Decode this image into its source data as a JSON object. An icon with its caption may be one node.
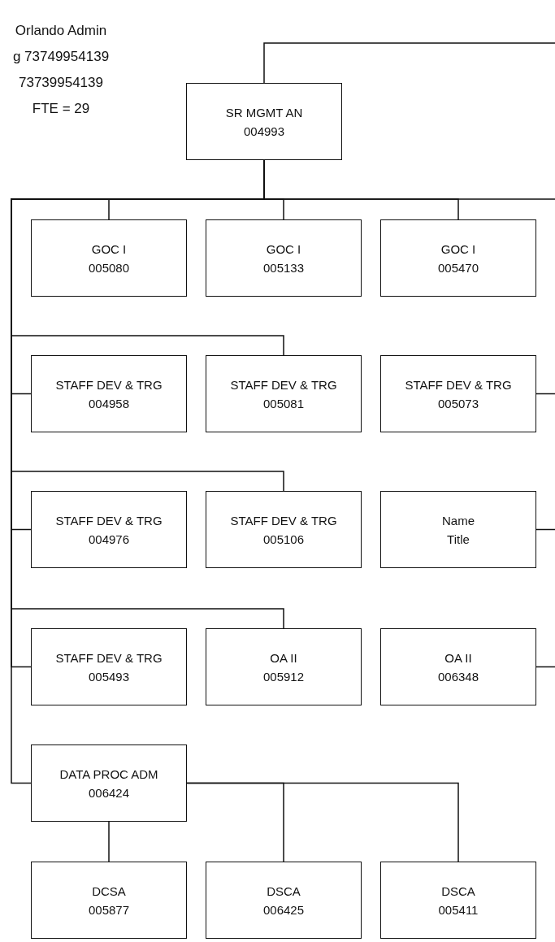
{
  "diagram": {
    "nodes": [
      {
        "text": [
          "SR MGMT AN",
          "004993"
        ]
      },
      {
        "text": [
          "GOC I",
          "005080"
        ]
      },
      {
        "text": [
          "GOC I",
          "005133"
        ]
      },
      {
        "text": [
          "GOC I",
          "005470"
        ]
      },
      {
        "text": [
          "STAFF DEV & TRG",
          "004958"
        ]
      },
      {
        "text": [
          "STAFF DEV & TRG",
          "005081"
        ]
      },
      {
        "text": [
          "STAFF DEV & TRG",
          "005073"
        ]
      },
      {
        "text": [
          "STAFF DEV & TRG",
          "004976"
        ]
      },
      {
        "text": [
          "STAFF DEV & TRG",
          "005106"
        ]
      },
      {
        "text": [
          "Name",
          "Title"
        ]
      },
      {
        "text": [
          "STAFF DEV & TRG",
          "005493"
        ]
      },
      {
        "text": [
          "OA II",
          "005912"
        ]
      },
      {
        "text": [
          "OA II",
          "006348"
        ]
      },
      {
        "text": [
          "DATA PROC ADM",
          "006424"
        ]
      },
      {
        "text": [
          "DCSA",
          "005877"
        ]
      },
      {
        "text": [
          "DSCA",
          "006425"
        ]
      },
      {
        "text": [
          "DSCA",
          "005411"
        ]
      }
    ],
    "edges": [
      {
        "from": 0,
        "to": null,
        "arrow": "none"
      },
      {
        "from": 0,
        "to": null,
        "arrow": "none"
      },
      {
        "from": 0,
        "to": 1,
        "arrow": "none"
      },
      {
        "from": 0,
        "to": 2,
        "arrow": "none"
      },
      {
        "from": 0,
        "to": 3,
        "arrow": "none"
      },
      {
        "from": 0,
        "to": 4,
        "arrow": "none"
      },
      {
        "from": 0,
        "to": 5,
        "arrow": "none"
      },
      {
        "from": null,
        "to": 6,
        "arrow": "none"
      },
      {
        "from": 0,
        "to": 7,
        "arrow": "none"
      },
      {
        "from": 0,
        "to": 8,
        "arrow": "none"
      },
      {
        "from": null,
        "to": 9,
        "arrow": "none"
      },
      {
        "from": 0,
        "to": 10,
        "arrow": "none"
      },
      {
        "from": 0,
        "to": 11,
        "arrow": "none"
      },
      {
        "from": null,
        "to": 12,
        "arrow": "none"
      },
      {
        "from": 0,
        "to": 13,
        "arrow": "none"
      },
      {
        "from": 13,
        "to": 14,
        "arrow": "none"
      },
      {
        "from": 13,
        "to": 15,
        "arrow": "none"
      },
      {
        "from": 13,
        "to": 16,
        "arrow": "none"
      }
    ],
    "labels": [
      "Orlando Admin",
      "g 73749954139",
      "73739954139",
      "FTE = 29"
    ]
  }
}
